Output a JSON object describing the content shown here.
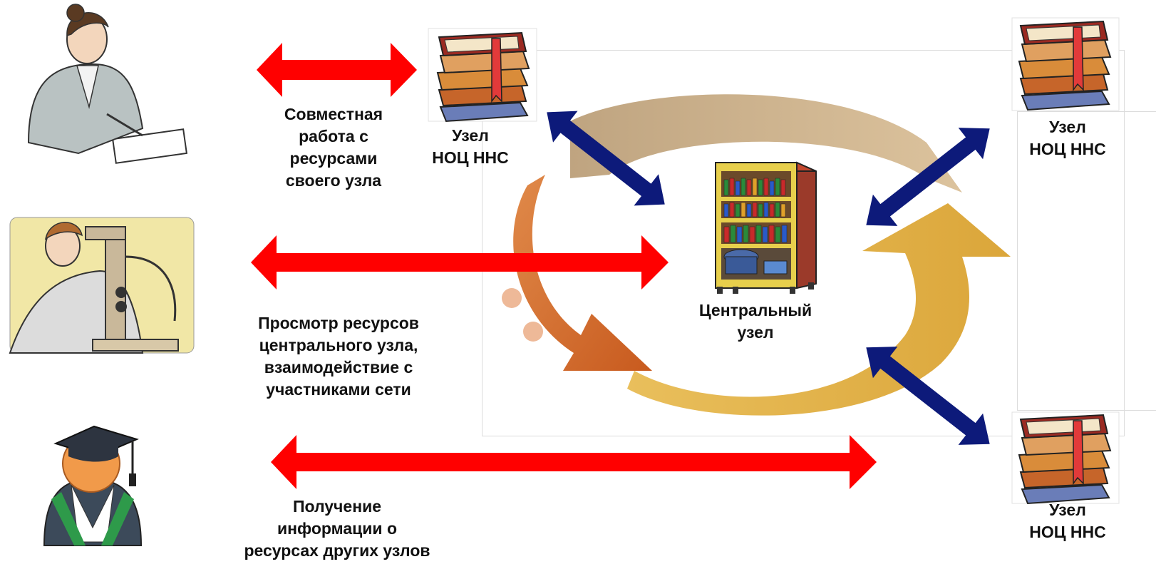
{
  "labels": {
    "collab": [
      "Совместная",
      "работа с",
      "ресурсами",
      "своего узла"
    ],
    "view": [
      "Просмотр ресурсов",
      "центрального узла,",
      "взаимодействие с",
      "участниками сети"
    ],
    "info": [
      "Получение",
      "информации о",
      "ресурсах других узлов"
    ],
    "node_left": [
      "Узел",
      "НОЦ ННС"
    ],
    "node_right_top": [
      "Узел",
      "НОЦ ННС"
    ],
    "node_right_bottom": [
      "Узел",
      "НОЦ ННС"
    ],
    "center": [
      "Центральный",
      "узел"
    ]
  },
  "icons": {
    "user_teacher": "woman-writing-icon",
    "user_scientist": "scientist-microscope-icon",
    "user_student": "graduate-student-icon",
    "node": "book-stack-icon",
    "center": "bookshelf-icon"
  },
  "colors": {
    "user_arrow": "#ff0000",
    "node_arrow": "#0d1a7a",
    "cycle_orange": "#d8733a",
    "cycle_tan": "#c8a67a",
    "cycle_gold": "#e2b14a"
  }
}
